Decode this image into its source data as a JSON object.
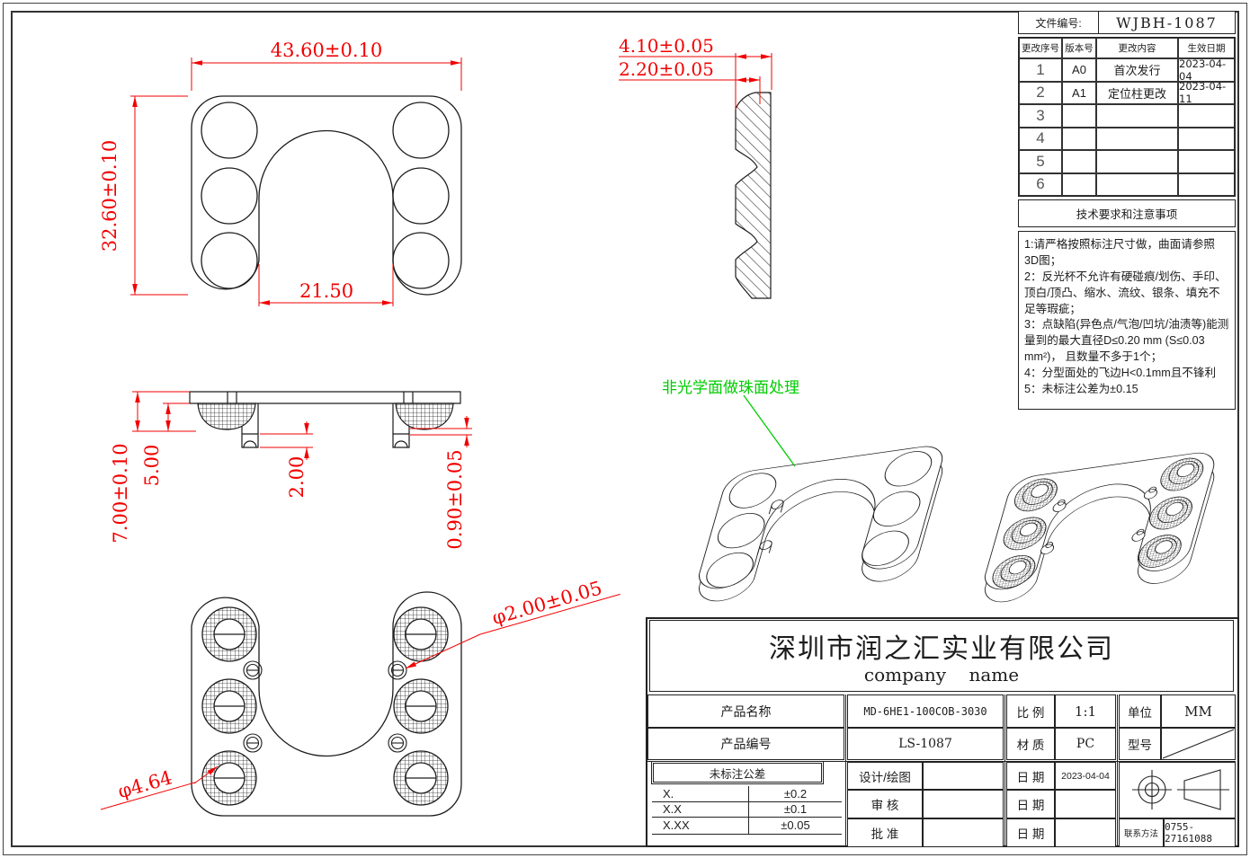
{
  "doc": {
    "file_label": "文件编号:",
    "file_number": "WJBH-1087"
  },
  "revisions": {
    "headers": [
      "更改序号",
      "版本号",
      "更改内容",
      "生效日期"
    ],
    "rows": [
      [
        "1",
        "A0",
        "首次发行",
        "2023-04-04"
      ],
      [
        "2",
        "A1",
        "定位柱更改",
        "2023-04-11"
      ],
      [
        "3",
        "",
        "",
        ""
      ],
      [
        "4",
        "",
        "",
        ""
      ],
      [
        "5",
        "",
        "",
        ""
      ],
      [
        "6",
        "",
        "",
        ""
      ]
    ]
  },
  "tech": {
    "title": "技术要求和注意事项",
    "notes": [
      "1:请严格按照标注尺寸做，曲面请参照3D图；",
      "2：反光杯不允许有硬碰痕/划伤、手印、顶白/顶凸、缩水、流纹、银条、填充不足等瑕疵；",
      "3：点缺陷(异色点/气泡/凹坑/油渍等)能测量到的最大直径D≤0.20 mm (S≤0.03 mm²)， 且数量不多于1个；",
      "4：分型面处的飞边H<0.1mm且不锋利",
      "5：未标注公差为±0.15"
    ]
  },
  "annotations": {
    "surface_note": "非光学面做珠面处理"
  },
  "dims": {
    "top_width": "43.60±0.10",
    "top_height": "32.60±0.10",
    "slot_width": "21.50",
    "sec_total": "4.10±0.05",
    "sec_inner": "2.20±0.05",
    "front_total": "7.00±0.10",
    "front_cup": "5.00",
    "front_peg": "2.00",
    "front_step": "0.90±0.05",
    "peg_dia": "φ2.00±0.05",
    "hole_dia": "φ4.64"
  },
  "title_block": {
    "company_cn": "深圳市润之汇实业有限公司",
    "company_en": "company    name",
    "product_name_label": "产品名称",
    "product_name": "MD-6HE1-100COB-3030",
    "product_no_label": "产品编号",
    "product_no": "LS-1087",
    "scale_label": "比 例",
    "scale": "1:1",
    "material_label": "材 质",
    "material": "PC",
    "unit_label": "单位",
    "unit": "MM",
    "model_label": "型号",
    "design_label": "设计/绘图",
    "check_label": "审 核",
    "approve_label": "批 准",
    "date_label": "日 期",
    "design_date": "2023-04-04",
    "contact_label": "联系方法",
    "contact": "0755-27161088",
    "tolerance": {
      "title": "未标注公差",
      "rows": [
        [
          "X.",
          "±0.2"
        ],
        [
          "X.X",
          "±0.1"
        ],
        [
          "X.XX",
          "±0.05"
        ]
      ]
    }
  },
  "colors": {
    "dimension_red": "#f20000",
    "annotation_green": "#00cc00",
    "line_black": "#1c1c1c"
  }
}
